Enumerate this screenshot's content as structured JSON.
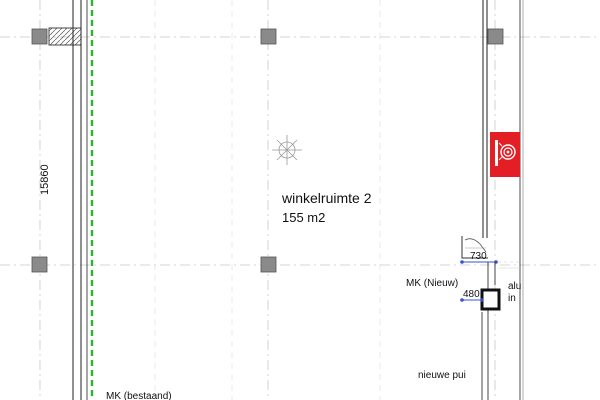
{
  "room": {
    "name": "winkelruimte 2",
    "area": "155 m2"
  },
  "dimensions": {
    "height": "15860",
    "width_upper": "730",
    "width_lower": "480"
  },
  "labels": {
    "mk_new": "MK (Nieuw)",
    "mk_existing": "MK (bestaand)",
    "new_storefront": "nieuwe pui",
    "cut_text_line1": "alu",
    "cut_text_line2": "in"
  },
  "symbols": {
    "fire_hose_reel": "fire-hose-reel-icon",
    "ceiling_light": "ceiling-light-icon",
    "column": "column-icon"
  },
  "colors": {
    "fire_equipment": "#e31e24",
    "green_line": "#2bb52b",
    "dimension": "#3355cc",
    "grid_line": "#c8c8c8",
    "column_fill": "#8a8a8a"
  }
}
